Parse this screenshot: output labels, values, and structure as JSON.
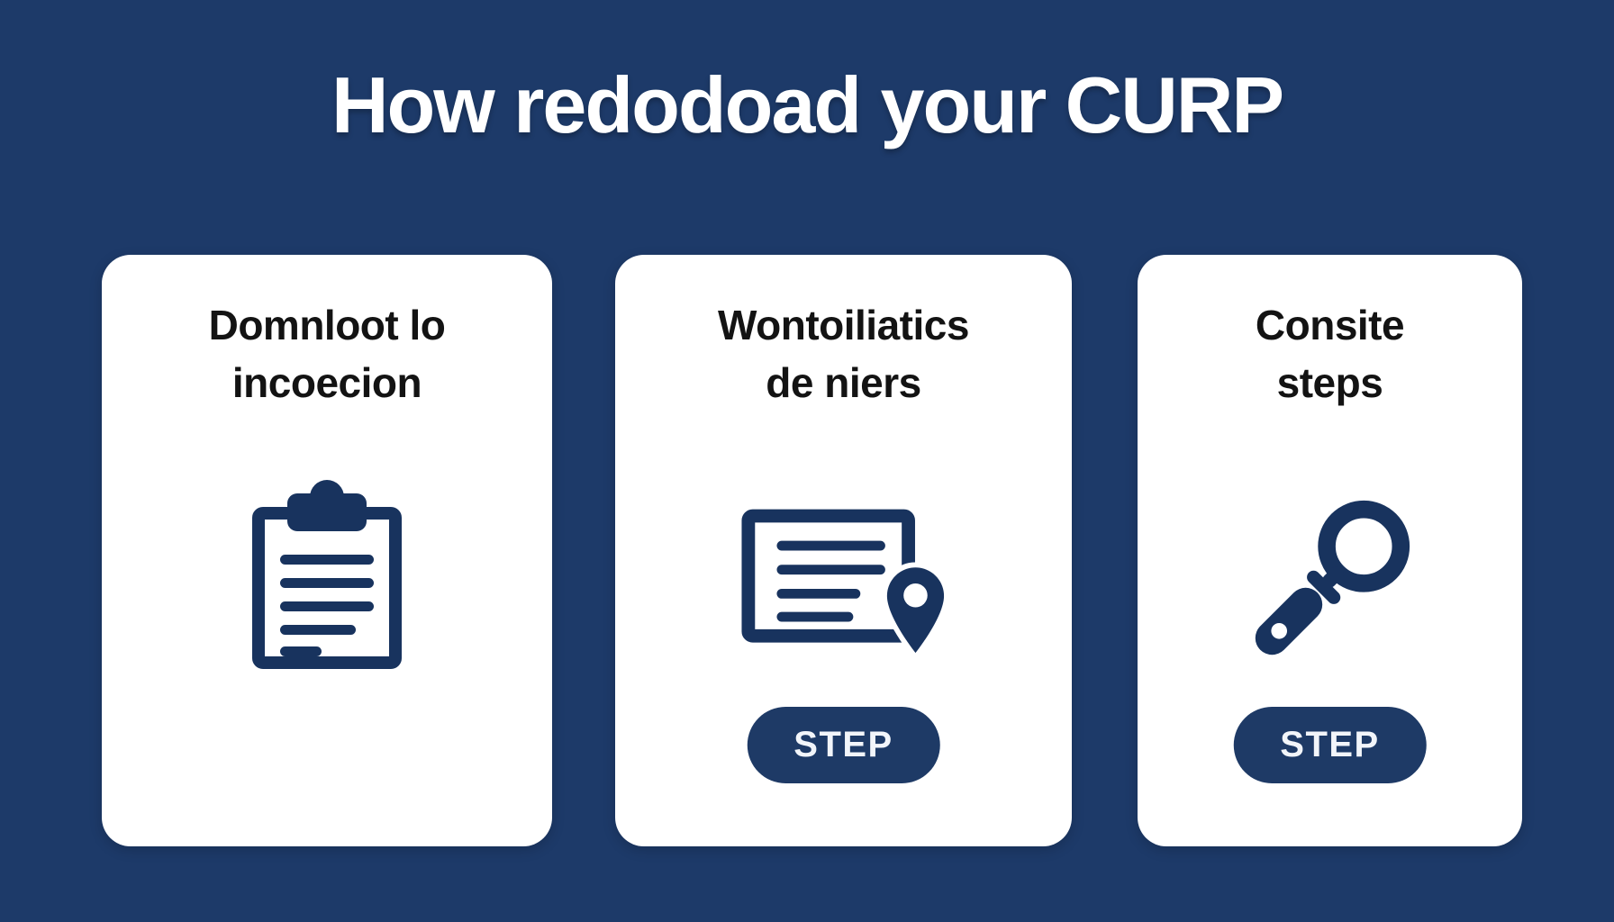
{
  "title": "How redodoad your CURP",
  "colors": {
    "background": "#1d3a69",
    "card": "#ffffff",
    "icon": "#18335e",
    "pill": "#1e3a66",
    "pill_text": "#f2f5fa",
    "heading": "#131313",
    "title_text": "#ffffff"
  },
  "cards": [
    {
      "heading_line1": "Domnloot lo",
      "heading_line2": "incoecion",
      "icon": "clipboard-icon"
    },
    {
      "heading_line1": "Wontoiliatics",
      "heading_line2": "de niers",
      "icon": "document-location-icon",
      "step_label": "STEP"
    },
    {
      "heading_line1": "Consite",
      "heading_line2": "steps",
      "icon": "magnifier-icon",
      "step_label": "STEP"
    }
  ]
}
